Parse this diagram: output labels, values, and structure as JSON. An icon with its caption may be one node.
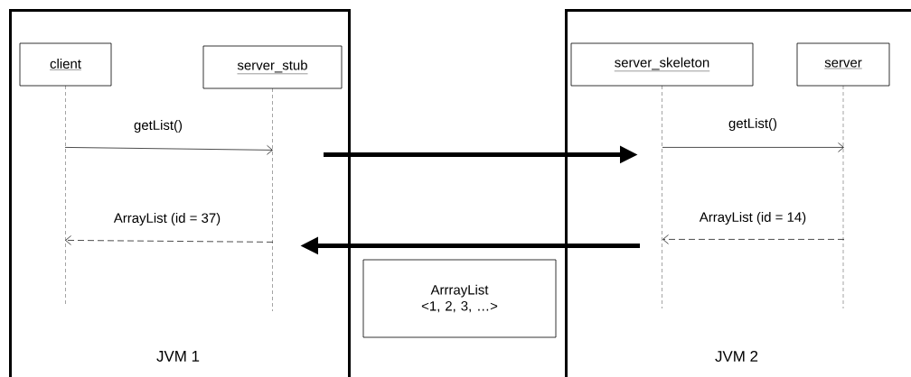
{
  "diagram": {
    "nodes": [
      {
        "text": [
          "JVM 1"
        ]
      },
      {
        "text": [
          "client"
        ],
        "in": 0
      },
      {
        "text": [
          "server_stub"
        ],
        "in": 0
      },
      {
        "text": [
          "JVM 2"
        ]
      },
      {
        "text": [
          "server_skeleton"
        ],
        "in": 3
      },
      {
        "text": [
          "server"
        ],
        "in": 3
      },
      {
        "text": [
          "ArrrayList <1, 2, 3, …>"
        ]
      }
    ],
    "edges": [
      {
        "from": 1,
        "to": 2,
        "arrow": "to",
        "label": "getList()"
      },
      {
        "from": 2,
        "to": 1,
        "arrow": "to",
        "label": "ArrayList (id = 37)",
        "style": "dashed"
      },
      {
        "from": 4,
        "to": 5,
        "arrow": "to",
        "label": "getList()"
      },
      {
        "from": 5,
        "to": 4,
        "arrow": "to",
        "label": "ArrayList (id = 14)",
        "style": "dashed"
      },
      {
        "from": 2,
        "to": 4,
        "arrow": "to",
        "style": "thick"
      },
      {
        "from": 4,
        "to": 2,
        "arrow": "to",
        "style": "thick"
      }
    ]
  }
}
